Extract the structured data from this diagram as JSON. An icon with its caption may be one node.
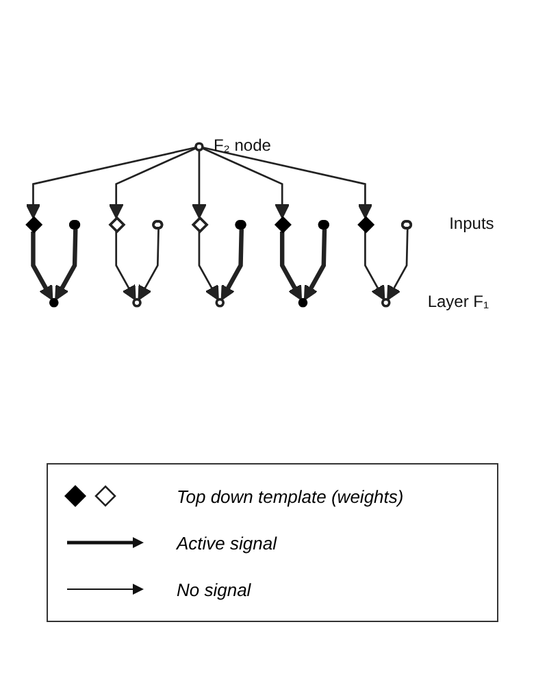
{
  "diagram": {
    "nodes": [
      {
        "text": [],
        "shape": "circle",
        "beside": [
          "F₂ node"
        ]
      },
      {
        "text": [],
        "shape": "diamond"
      },
      {
        "text": [],
        "shape": "diamond"
      },
      {
        "text": [],
        "shape": "diamond"
      },
      {
        "text": [],
        "shape": "diamond"
      },
      {
        "text": [],
        "shape": "diamond"
      },
      {
        "text": [],
        "shape": "circle"
      },
      {
        "text": [],
        "shape": "circle"
      },
      {
        "text": [],
        "shape": "circle"
      },
      {
        "text": [],
        "shape": "circle"
      },
      {
        "text": [],
        "shape": "circle"
      },
      {
        "text": [],
        "shape": "ellipse"
      },
      {
        "text": [],
        "shape": "ellipse"
      },
      {
        "text": [],
        "shape": "ellipse"
      },
      {
        "text": [],
        "shape": "ellipse"
      },
      {
        "text": [],
        "shape": "ellipse"
      }
    ],
    "edges": [
      {
        "from": 0,
        "to": 1,
        "arrow": "to"
      },
      {
        "from": 0,
        "to": 2,
        "arrow": "to"
      },
      {
        "from": 0,
        "to": 3,
        "arrow": "to"
      },
      {
        "from": 0,
        "to": 4,
        "arrow": "to"
      },
      {
        "from": 0,
        "to": 5,
        "arrow": "to"
      },
      {
        "from": 1,
        "to": 6,
        "arrow": "to",
        "style": "thick"
      },
      {
        "from": 2,
        "to": 7,
        "arrow": "to"
      },
      {
        "from": 3,
        "to": 8,
        "arrow": "to"
      },
      {
        "from": 4,
        "to": 9,
        "arrow": "to",
        "style": "thick"
      },
      {
        "from": 5,
        "to": 10,
        "arrow": "to"
      },
      {
        "from": 11,
        "to": 6,
        "arrow": "to",
        "style": "thick"
      },
      {
        "from": 12,
        "to": 7,
        "arrow": "to"
      },
      {
        "from": 13,
        "to": 8,
        "arrow": "to",
        "style": "thick"
      },
      {
        "from": 14,
        "to": 9,
        "arrow": "to",
        "style": "thick"
      },
      {
        "from": 15,
        "to": 10,
        "arrow": "to"
      }
    ],
    "labels": [
      "Layer F₁",
      "Inputs"
    ],
    "legend": [
      {
        "text": "Top down template (weights)"
      },
      {
        "text": "Active signal"
      },
      {
        "text": "No signal"
      }
    ]
  }
}
